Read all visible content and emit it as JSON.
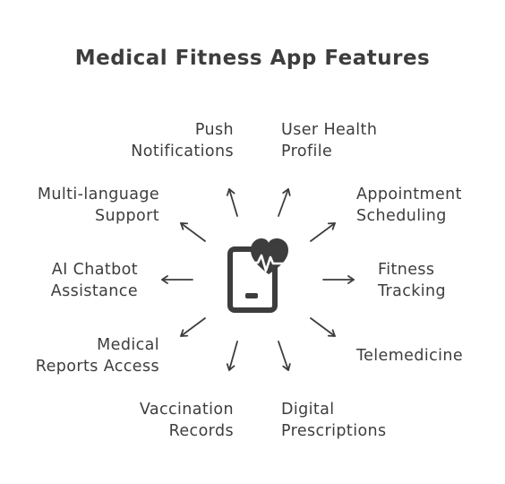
{
  "title": "Medical Fitness App Features",
  "features": {
    "push_notifications": "Push\nNotifications",
    "user_health_profile": "User Health\nProfile",
    "multi_language_support": "Multi-language\nSupport",
    "appointment_scheduling": "Appointment\nScheduling",
    "ai_chatbot_assistance": "AI Chatbot\nAssistance",
    "fitness_tracking": "Fitness\nTracking",
    "medical_reports_access": "Medical\nReports Access",
    "telemedicine": "Telemedicine",
    "vaccination_records": "Vaccination\nRecords",
    "digital_prescriptions": "Digital\nPrescriptions"
  },
  "center_icon": "phone-heart-icon",
  "colors": {
    "stroke": "#3d3d3d",
    "text": "#3d3d3d"
  }
}
